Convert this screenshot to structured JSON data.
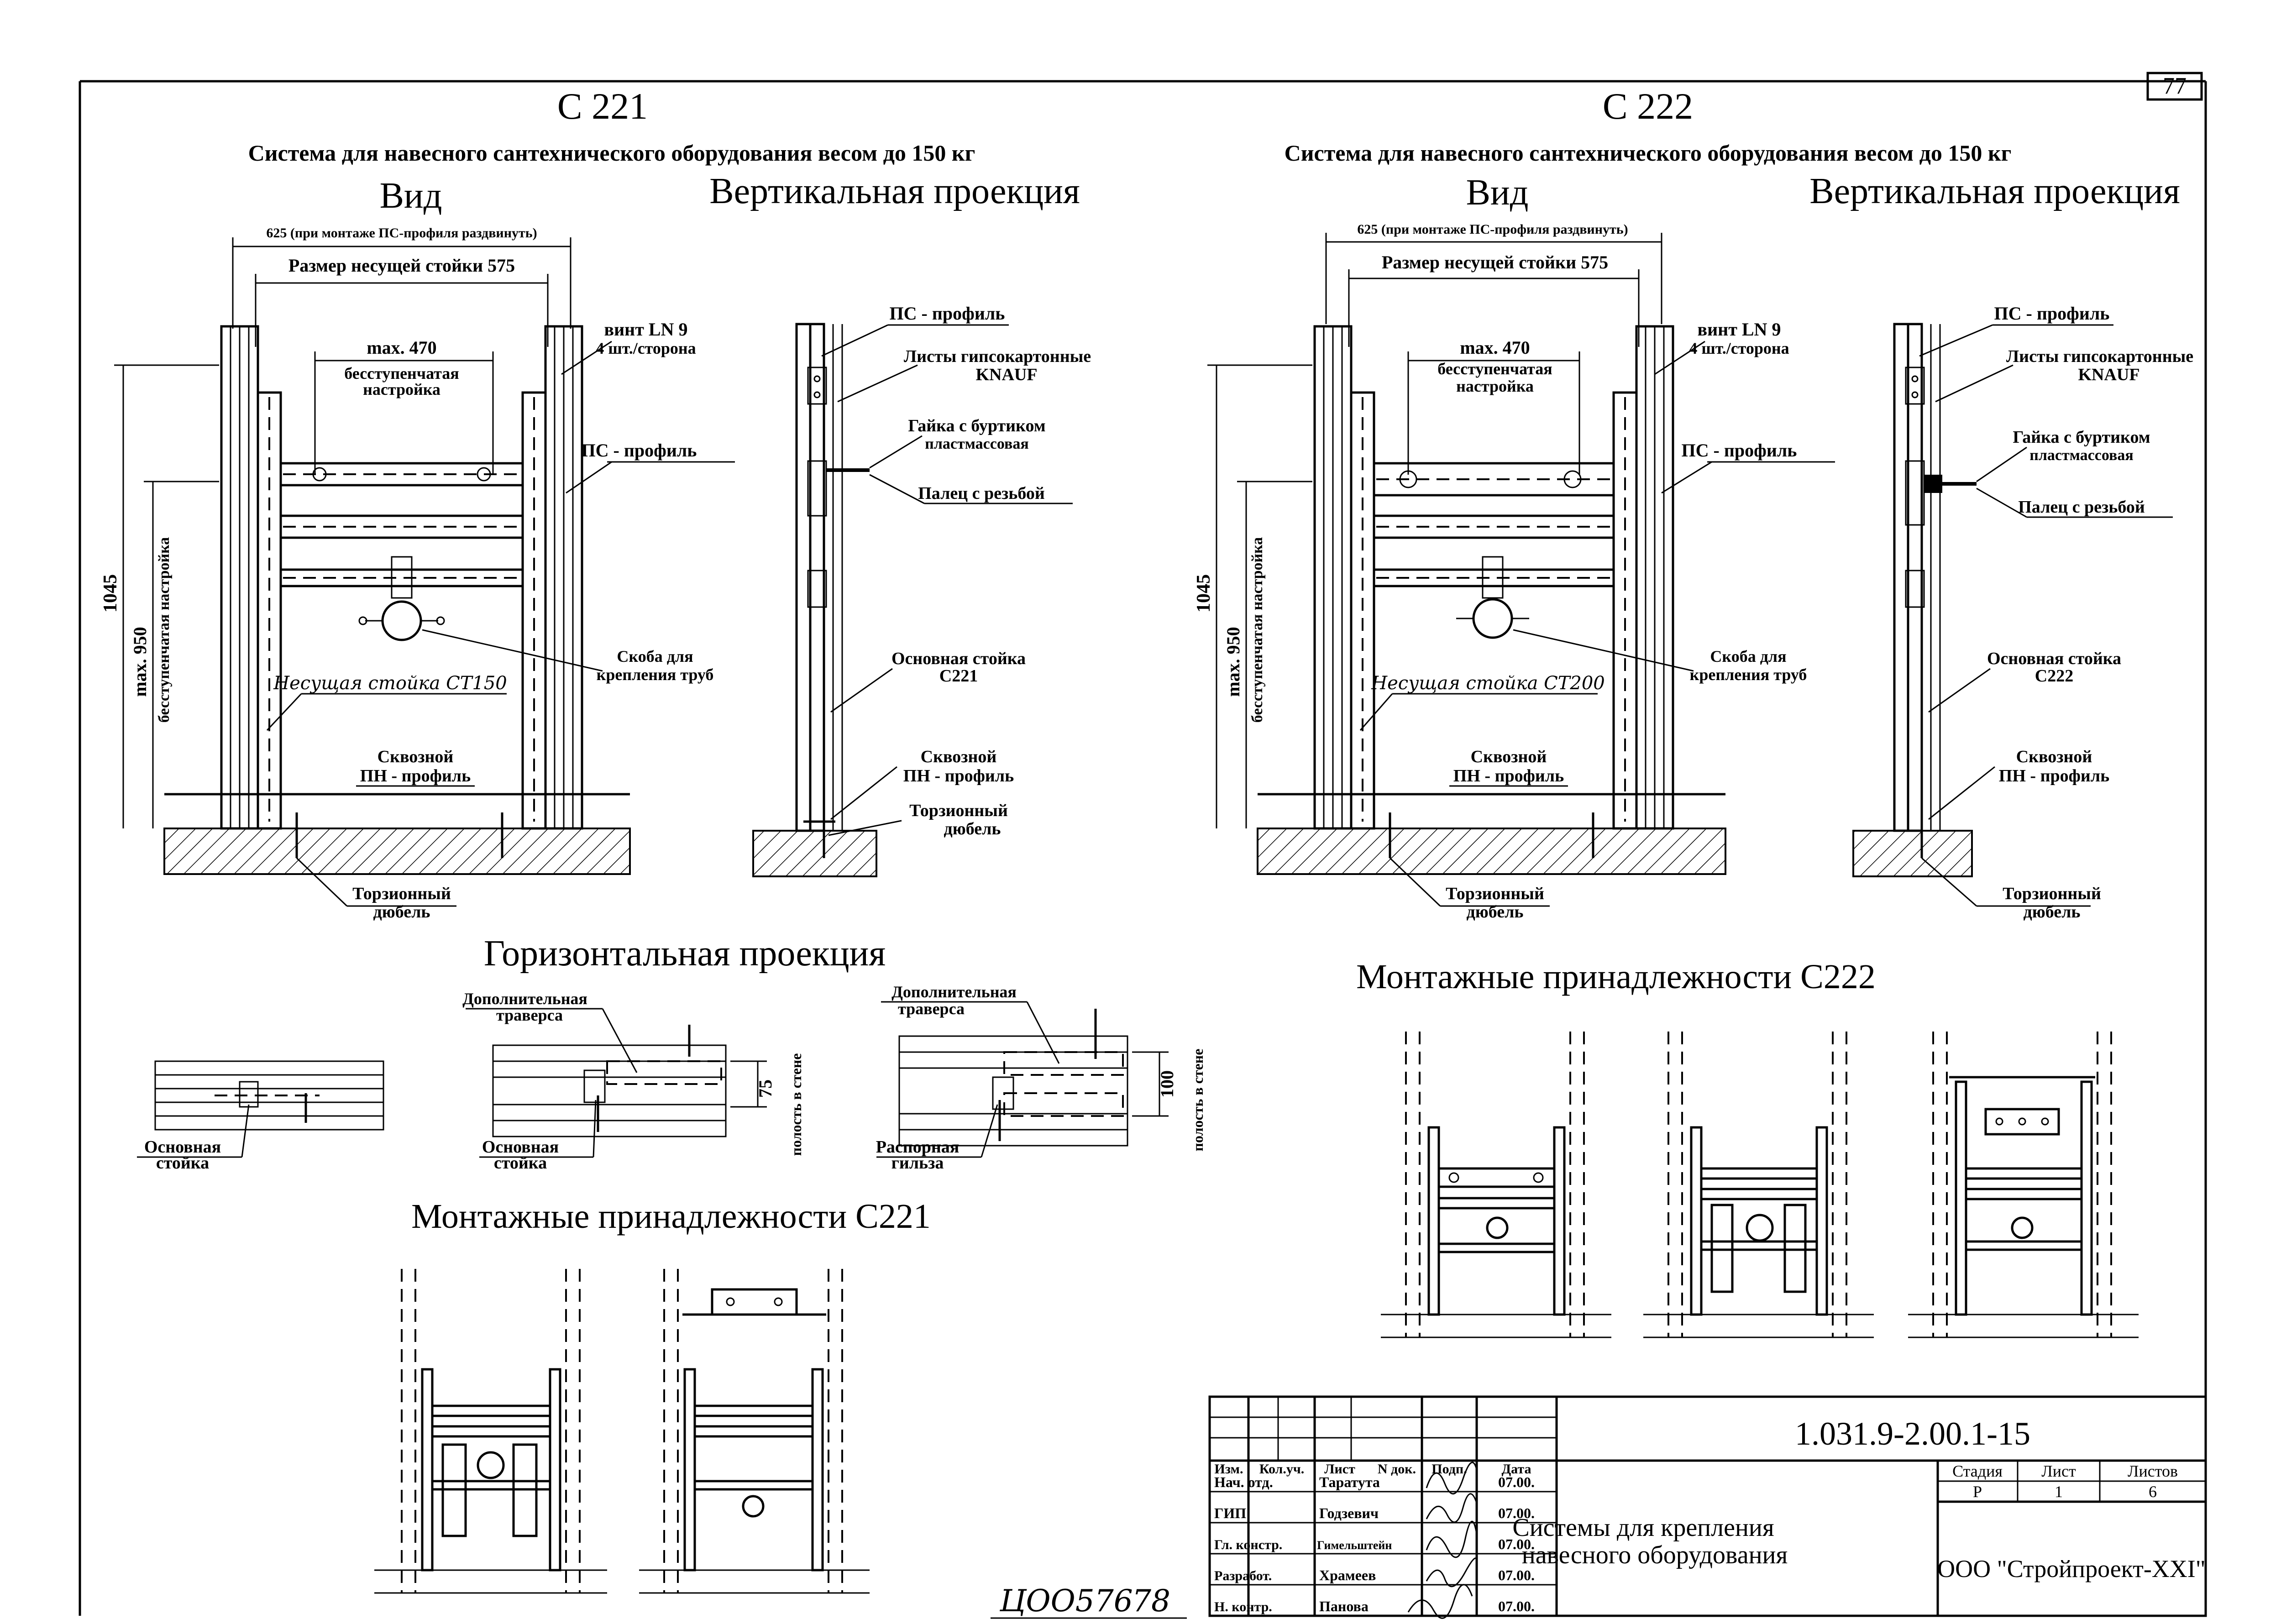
{
  "sheet": {
    "number": "77",
    "stamp": "ЦОО576",
    "stamp_extra": "78"
  },
  "c221": {
    "title": "С 221",
    "subtitle": "Система для навесного сантехнического оборудования весом до 150 кг",
    "view_title": "Вид",
    "vert_title": "Вертикальная проекция",
    "dim_625": "625 (при монтаже ПС-профиля раздвинуть)",
    "dim_575": "Размер несущей стойки 575",
    "dim_470a": "max. 470",
    "dim_470b": "бесступенчатая",
    "dim_470c": "настройка",
    "screw_a": "винт LN 9",
    "screw_b": "4 шт./сторона",
    "ps_profile": "ПС - профиль",
    "h1045": "1045",
    "h950": "max. 950",
    "h950b": "бесступенчатая настройка",
    "bracket_a": "Скоба для",
    "bracket_b": "крепления труб",
    "post": "Несущая стойка СТ150",
    "pn_a": "Сквозной",
    "pn_b": "ПН - профиль",
    "dowel_a": "Торзионный",
    "dowel_b": "дюбель",
    "v_ps": "ПС - профиль",
    "v_sheets_a": "Листы гипсокартонные",
    "v_sheets_b": "KNAUF",
    "v_nut_a": "Гайка с буртиком",
    "v_nut_b": "пластмассовая",
    "v_pin": "Палец с резьбой",
    "v_main_a": "Основная стойка",
    "v_main_b": "С221",
    "v_pn_a": "Сквозной",
    "v_pn_b": "ПН - профиль",
    "v_dowel_a": "Торзионный",
    "v_dowel_b": "дюбель"
  },
  "c222": {
    "title": "С 222",
    "subtitle": "Система для навесного сантехнического оборудования весом до 150 кг",
    "view_title": "Вид",
    "vert_title": "Вертикальная проекция",
    "dim_625": "625 (при монтаже ПС-профиля раздвинуть)",
    "dim_575": "Размер несущей стойки 575",
    "dim_470a": "max. 470",
    "dim_470b": "бесступенчатая",
    "dim_470c": "настройка",
    "screw_a": "винт LN 9",
    "screw_b": "4 шт./сторона",
    "ps_profile": "ПС - профиль",
    "h1045": "1045",
    "h950": "max. 950",
    "h950b": "бесступенчатая настройка",
    "bracket_a": "Скоба для",
    "bracket_b": "крепления труб",
    "post": "Несущая стойка СТ200",
    "pn_a": "Сквозной",
    "pn_b": "ПН - профиль",
    "dowel_a": "Торзионный",
    "dowel_b": "дюбель",
    "v_ps": "ПС - профиль",
    "v_sheets_a": "Листы гипсокартонные",
    "v_sheets_b": "KNAUF",
    "v_nut_a": "Гайка с буртиком",
    "v_nut_b": "пластмассовая",
    "v_pin": "Палец с резьбой",
    "v_main_a": "Основная стойка",
    "v_main_b": "С222",
    "v_pn_a": "Сквозной",
    "v_pn_b": "ПН - профиль",
    "v_dowel_a": "Торзионный",
    "v_dowel_b": "дюбель"
  },
  "horizontal": {
    "title": "Горизонтальная проекция",
    "main_post_a": "Основная",
    "main_post_b": "стойка",
    "extra_a": "Дополнительная",
    "extra_b": "траверса",
    "main_post2_a": "Основная",
    "main_post2_b": "стойка",
    "dim75": "75",
    "cavity": "полость в стене",
    "extra2_a": "Дополнительная",
    "extra2_b": "траверса",
    "sleeve_a": "Распорная",
    "sleeve_b": "гильза",
    "dim100": "100",
    "cavity2": "полость в стене"
  },
  "accessories": {
    "c221_title": "Монтажные принадлежности С221",
    "c222_title": "Монтажные принадлежности С222"
  },
  "title_block": {
    "code": "1.031.9-2.00.1-15",
    "name_a": "Системы для крепления",
    "name_b": "навесного оборудования",
    "company": "ООО \"Стройпроект-XXI\"",
    "stage_h": "Стадия",
    "sheet_h": "Лист",
    "sheets_h": "Листов",
    "stage_v": "Р",
    "sheet_v": "1",
    "sheets_v": "6",
    "head": [
      "Изм.",
      "Кол.уч.",
      "Лист",
      "N док.",
      "Подп.",
      "Дата"
    ],
    "rows": [
      {
        "role": "Нач. отд.",
        "name": "Таратута",
        "date": "07.00."
      },
      {
        "role": "ГИП",
        "name": "Годзевич",
        "date": "07.00."
      },
      {
        "role": "Гл. констр.",
        "name": "Гимельштейн",
        "date": "07.00."
      },
      {
        "role": "Разработ.",
        "name": "Храмеев",
        "date": "07.00."
      },
      {
        "role": "Н. контр.",
        "name": "Панова",
        "date": "07.00."
      }
    ]
  }
}
